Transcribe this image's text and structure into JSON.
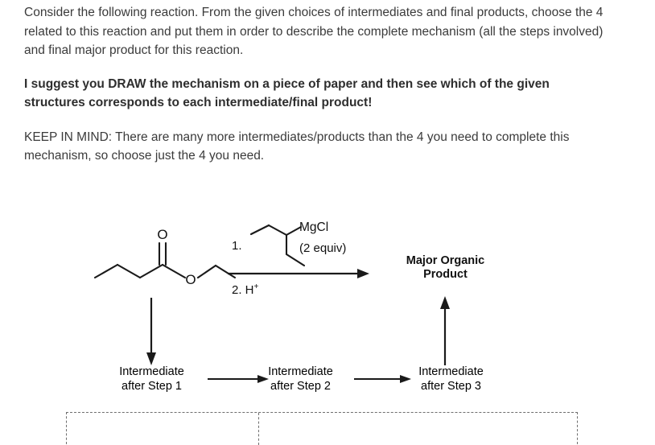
{
  "question": {
    "paragraph_1": "Consider the following reaction.  From the given choices of intermediates and final products, choose the 4 related to this reaction and put them in order to describe the complete mechanism (all the steps involved) and final major product for this reaction.",
    "paragraph_2_bold": "I suggest you DRAW the mechanism on a piece of paper and then see which of the given structures corresponds to each intermediate/final product!",
    "paragraph_3": "KEEP IN MIND: There are many more intermediates/products than the 4 you need to complete this mechanism, so choose just the 4 you need."
  },
  "scheme": {
    "starting_material": {
      "name": "ethyl-butanoate",
      "carbonyl_oxygen_label": "O",
      "ester_oxygen_label": "O"
    },
    "reagent_step_1_number": "1.",
    "reagent_step_1_formula": "MgCl",
    "reagent_step_1_equivalents": "(2 equiv)",
    "reagent_step_2": "2. H",
    "reagent_step_2_superscript": "+",
    "product_label_line_1": "Major Organic",
    "product_label_line_2": "Product",
    "intermediates": [
      {
        "line_1": "Intermediate",
        "line_2": "after Step 1"
      },
      {
        "line_1": "Intermediate",
        "line_2": "after Step 2"
      },
      {
        "line_1": "Intermediate",
        "line_2": "after Step 3"
      }
    ]
  },
  "colors": {
    "text": "#3b3b3b",
    "structure_line": "#1a1a1a",
    "dashed_border": "#6e6e6e",
    "background": "#ffffff"
  }
}
